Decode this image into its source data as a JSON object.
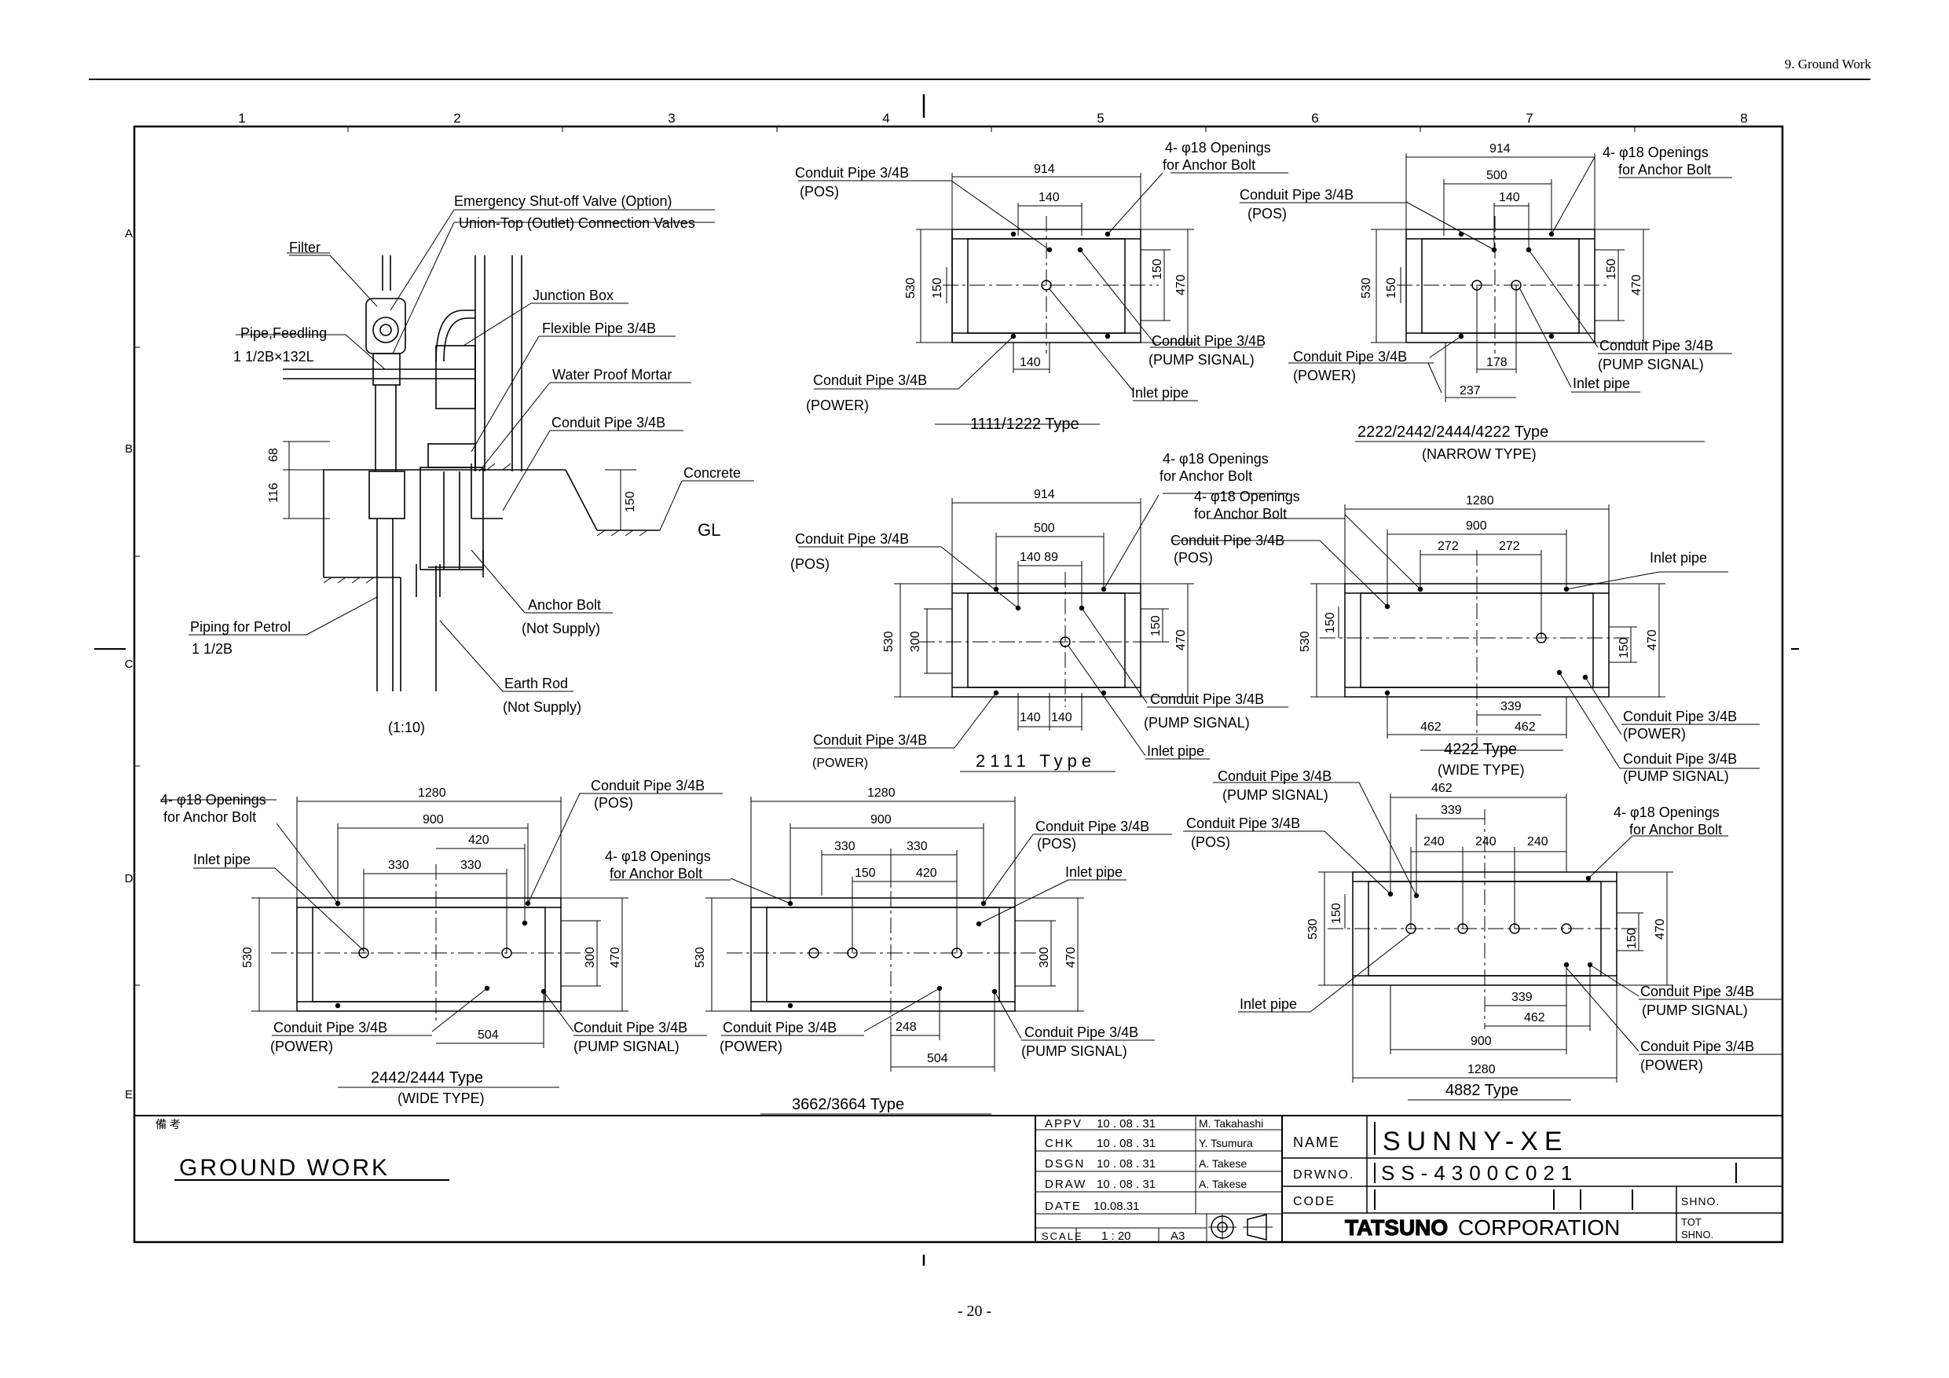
{
  "header": {
    "section": "9. Ground Work"
  },
  "page_number": "- 20 -",
  "frame": {
    "columns": [
      "1",
      "2",
      "3",
      "4",
      "5",
      "6",
      "7",
      "8"
    ],
    "rows": [
      "A",
      "B",
      "C",
      "D",
      "E"
    ]
  },
  "side_view": {
    "labels": {
      "valve1": "Emergency Shut-off Valve (Option)",
      "valve2": "Union-Top (Outlet) Connection Valves",
      "filter": "Filter",
      "junction": "Junction Box",
      "pipe_feed": "Pipe,Feedling",
      "pipe_feed_size": "1 1/2B×132L",
      "flexible": "Flexible Pipe 3/4B",
      "water": "Water Proof Mortar",
      "conduit": "Conduit Pipe 3/4B",
      "concrete": "Concrete",
      "gl": "GL",
      "anchor": "Anchor Bolt",
      "anchor_ns": "(Not Supply)",
      "petrol": "Piping for Petrol",
      "petrol_size": "1 1/2B",
      "earth": "Earth Rod",
      "earth_ns": "(Not Supply)",
      "scale": "(1:10)",
      "d68": "68",
      "d116": "116",
      "d150": "150"
    }
  },
  "plans": {
    "p1111": {
      "type": "1111/1222 Type",
      "anchor1": "4- φ18 Openings",
      "anchor2": "for Anchor Bolt",
      "pos1": "Conduit Pipe 3/4B",
      "pos2": "(POS)",
      "pump1": "Conduit Pipe 3/4B",
      "pump2": "(PUMP SIGNAL)",
      "pow1": "Conduit Pipe 3/4B",
      "pow2": "(POWER)",
      "inlet": "Inlet pipe",
      "d914": "914",
      "d140a": "140",
      "d140b": "140",
      "d530": "530",
      "d150a": "150",
      "d150b": "150",
      "d470": "470"
    },
    "p2222": {
      "type": "2222/2442/2444/4222 Type",
      "sub": "(NARROW TYPE)",
      "anchor1": "4- φ18 Openings",
      "anchor2": "for Anchor Bolt",
      "pos1": "Conduit Pipe 3/4B",
      "pos2": "(POS)",
      "pump1": "Conduit Pipe 3/4B",
      "pump2": "(PUMP SIGNAL)",
      "pow1": "Conduit Pipe 3/4B",
      "pow2": "(POWER)",
      "inlet": "Inlet pipe",
      "d914": "914",
      "d500": "500",
      "d140": "140",
      "d530": "530",
      "d150a": "150",
      "d150b": "150",
      "d470": "470",
      "d178": "178",
      "d237": "237"
    },
    "p2111": {
      "type": "2111 Type",
      "anchor1": "4- φ18 Openings",
      "anchor2": "for Anchor Bolt",
      "pos1": "Conduit Pipe 3/4B",
      "pos2": "(POS)",
      "pump1": "Conduit Pipe 3/4B",
      "pump2": "(PUMP SIGNAL)",
      "pow1": "Conduit Pipe 3/4B",
      "pow2": "(POWER)",
      "inlet": "Inlet pipe",
      "d914": "914",
      "d500": "500",
      "d14089": "140 89",
      "d530": "530",
      "d300": "300",
      "d150": "150",
      "d470": "470",
      "d140a": "140",
      "d140b": "140"
    },
    "p4222": {
      "type": "4222 Type",
      "sub": "(WIDE TYPE)",
      "anchor1": "4- φ18 Openings",
      "anchor2": "for Anchor Bolt",
      "pos1": "Conduit Pipe 3/4B",
      "pos2": "(POS)",
      "pow1": "Conduit Pipe 3/4B",
      "pow2": "(POWER)",
      "pump1": "Conduit Pipe 3/4B",
      "pump2": "(PUMP SIGNAL)",
      "inlet": "Inlet pipe",
      "d1280": "1280",
      "d900": "900",
      "d272a": "272",
      "d272b": "272",
      "d530": "530",
      "d150a": "150",
      "d150b": "150",
      "d470": "470",
      "d339": "339",
      "d462a": "462",
      "d462b": "462"
    },
    "p2442": {
      "type": "2442/2444 Type",
      "sub": "(WIDE TYPE)",
      "anchor1": "4- φ18 Openings",
      "anchor2": "for Anchor Bolt",
      "pos1": "Conduit Pipe 3/4B",
      "pos2": "(POS)",
      "pow1": "Conduit Pipe 3/4B",
      "pow2": "(POWER)",
      "pump1": "Conduit Pipe 3/4B",
      "pump2": "(PUMP SIGNAL)",
      "inlet": "Inlet pipe",
      "d1280": "1280",
      "d900": "900",
      "d420": "420",
      "d330a": "330",
      "d330b": "330",
      "d530": "530",
      "d300": "300",
      "d470": "470",
      "d504": "504"
    },
    "p3662": {
      "type": "3662/3664 Type",
      "anchor1": "4- φ18 Openings",
      "anchor2": "for Anchor Bolt",
      "pos1": "Conduit Pipe 3/4B",
      "pos2": "(POS)",
      "pow1": "Conduit Pipe 3/4B",
      "pow2": "(POWER)",
      "pump1": "Conduit Pipe 3/4B",
      "pump2": "(PUMP SIGNAL)",
      "inlet": "Inlet pipe",
      "d1280": "1280",
      "d900": "900",
      "d330a": "330",
      "d330b": "330",
      "d150": "150",
      "d420": "420",
      "d530": "530",
      "d300": "300",
      "d470": "470",
      "d248": "248",
      "d504": "504"
    },
    "p4882": {
      "type": "4882 Type",
      "pump1": "Conduit Pipe 3/4B",
      "pump2": "(PUMP SIGNAL)",
      "pos1": "Conduit Pipe 3/4B",
      "pos2": "(POS)",
      "anchor1": "4- φ18 Openings",
      "anchor2": "for Anchor Bolt",
      "inlet": "Inlet pipe",
      "cp1": "Conduit Pipe 3/4B",
      "cp1b": "(PUMP SIGNAL)",
      "cp2": "Conduit Pipe 3/4B",
      "cp2b": "(POWER)",
      "d462a": "462",
      "d339a": "339",
      "d240a": "240",
      "d240b": "240",
      "d240c": "240",
      "d530": "530",
      "d150a": "150",
      "d150b": "150",
      "d470": "470",
      "d339b": "339",
      "d462b": "462",
      "d900": "900",
      "d1280": "1280"
    }
  },
  "title_block": {
    "remarks": "備 考",
    "title": "GROUND WORK",
    "rows": [
      {
        "role": "APPV",
        "date": "10 . 08 . 31",
        "name": "M. Takahashi"
      },
      {
        "role": "CHK",
        "date": "10 . 08 . 31",
        "name": "Y. Tsumura"
      },
      {
        "role": "DSGN",
        "date": "10 . 08 . 31",
        "name": "A. Takese"
      },
      {
        "role": "DRAW",
        "date": "10 . 08 . 31",
        "name": "A. Takese"
      }
    ],
    "date_label": "DATE",
    "date_value": "10.08.31",
    "scale_label": "SCALE",
    "scale_value": "1 : 20",
    "paper": "A3",
    "name_label": "NAME",
    "name_value": "SUNNY-XE",
    "drwno_label": "DRWNO.",
    "drwno_value": "SS-4300C021",
    "code_label": "CODE",
    "shno_label": "SHNO.",
    "tot_label1": "TOT",
    "tot_label2": "SHNO.",
    "company_a": "TATSUNO",
    "company_b": "CORPORATION"
  }
}
